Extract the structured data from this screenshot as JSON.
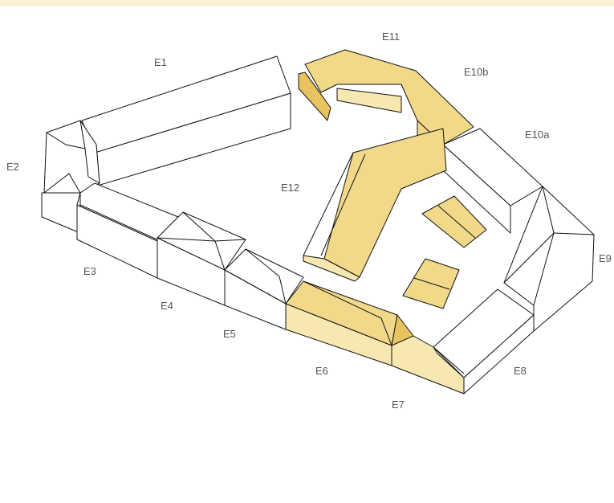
{
  "labels": {
    "e1": "E1",
    "e2": "E2",
    "e3": "E3",
    "e4": "E4",
    "e5": "E5",
    "e6": "E6",
    "e7": "E7",
    "e8": "E8",
    "e9": "E9",
    "e10a": "E10a",
    "e10b": "E10b",
    "e11": "E11",
    "e12": "E12"
  },
  "colors": {
    "highlight": "#f2d98a",
    "outline": "#111111",
    "band": "#fcf1d6"
  }
}
